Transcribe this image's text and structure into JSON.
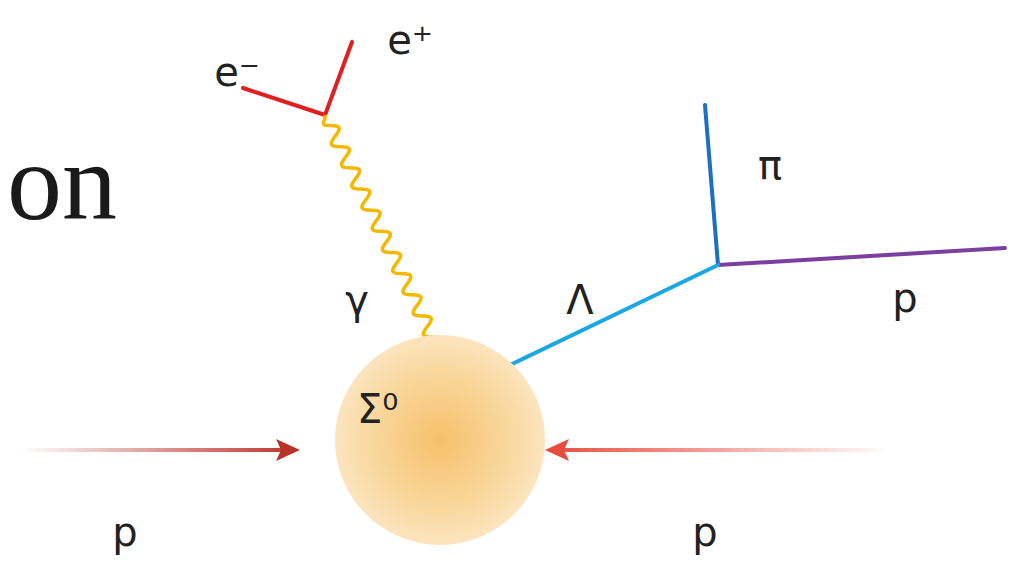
{
  "diagram": {
    "nodes": [
      {
        "text": [
          "Σ⁰"
        ]
      }
    ],
    "labels": [
      "on",
      "e⁻",
      "e⁺",
      "γ",
      "Λ",
      "π",
      "p",
      "p",
      "p"
    ]
  }
}
